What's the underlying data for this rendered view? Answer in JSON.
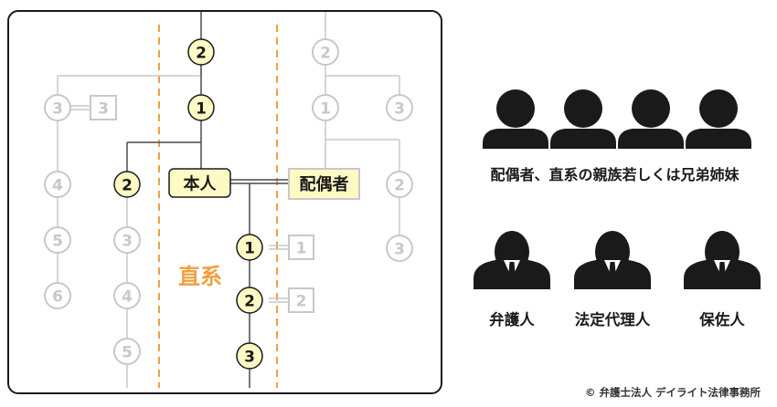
{
  "colors": {
    "highlight_fill": "#fff9c4",
    "highlight_stroke": "#1a1a1a",
    "inactive": "#c8c8c8",
    "lineage_dash": "#f0a040",
    "lineage_text": "#f0a040",
    "silhouette": "#1a1a1a"
  },
  "diagram": {
    "self_label": "本人",
    "spouse_label": "配偶者",
    "lineal_label": "直系",
    "nodes": [
      {
        "id": "self-grandparent",
        "label": "2",
        "active": true
      },
      {
        "id": "self-parent",
        "label": "1",
        "active": true
      },
      {
        "id": "self-sibling",
        "label": "2",
        "active": true
      },
      {
        "id": "self-child",
        "label": "1",
        "active": true
      },
      {
        "id": "self-grandchild",
        "label": "2",
        "active": true
      },
      {
        "id": "self-great-grandchild",
        "label": "3",
        "active": true
      },
      {
        "id": "self-uncle",
        "label": "3",
        "active": false
      },
      {
        "id": "self-uncle-spouse",
        "label": "3",
        "active": false
      },
      {
        "id": "self-cousin",
        "label": "4",
        "active": false
      },
      {
        "id": "self-cousin-child",
        "label": "5",
        "active": false
      },
      {
        "id": "self-cousin-grandchild",
        "label": "6",
        "active": false
      },
      {
        "id": "self-nephew",
        "label": "3",
        "active": false
      },
      {
        "id": "self-grandnephew",
        "label": "4",
        "active": false
      },
      {
        "id": "self-great-grandnephew",
        "label": "5",
        "active": false
      },
      {
        "id": "child-spouse",
        "label": "1",
        "active": false
      },
      {
        "id": "grandchild-spouse",
        "label": "2",
        "active": false
      },
      {
        "id": "spouse-grandparent",
        "label": "2",
        "active": false
      },
      {
        "id": "spouse-parent",
        "label": "1",
        "active": false
      },
      {
        "id": "spouse-aunt",
        "label": "3",
        "active": false
      },
      {
        "id": "spouse-sibling",
        "label": "2",
        "active": false
      },
      {
        "id": "spouse-nephew",
        "label": "3",
        "active": false
      }
    ]
  },
  "people": {
    "family_caption": "配偶者、直系の親族若しくは兄弟姉妹",
    "family_count": 4,
    "representatives": [
      {
        "icon": "lawyer-icon",
        "label": "弁護人"
      },
      {
        "icon": "legal-agent-icon",
        "label": "法定代理人"
      },
      {
        "icon": "guardian-icon",
        "label": "保佐人"
      }
    ]
  },
  "copyright": "© 弁護士法人 デイライト法律事務所"
}
